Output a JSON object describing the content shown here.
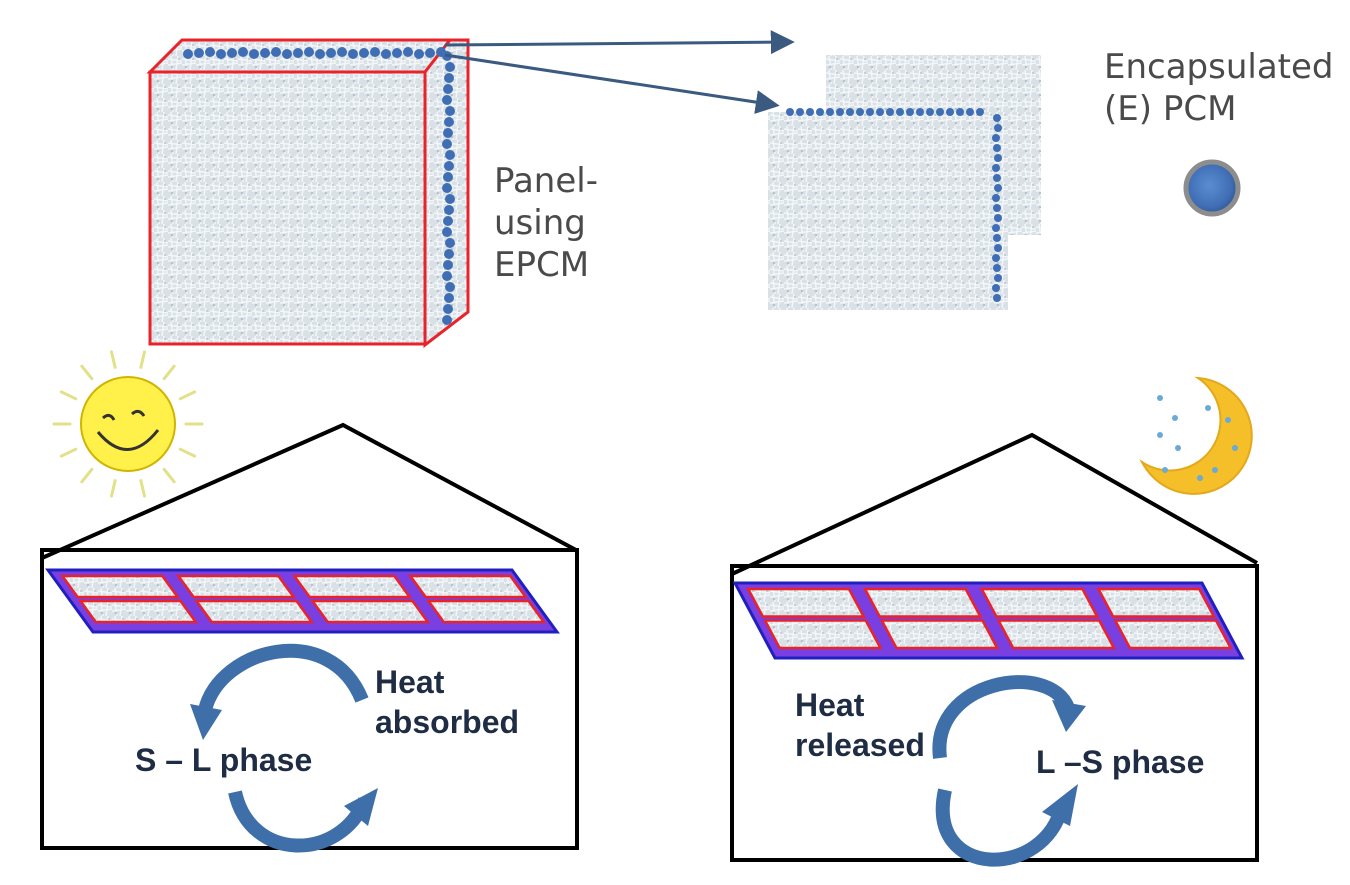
{
  "labels": {
    "panel": "Panel-\nusing\nEPCM",
    "encapsulated": "Encapsulated\n(E) PCM",
    "heat_absorbed": "Heat\nabsorbed",
    "sl_phase": "S – L phase",
    "heat_released": "Heat\nreleased",
    "ls_phase": "L –S phase"
  },
  "icons": {
    "day": "sun-icon",
    "night": "moon-icon",
    "pcm": "pcm-capsule-icon"
  },
  "colors": {
    "panel_border": "#e8242a",
    "capsule_blue": "#3f6eb5",
    "arrow_blue": "#3f6fa8",
    "arrow_line": "#3b5a80",
    "panel_fill": "#d8e0e6",
    "roof_purple": "#7a3fe0",
    "roof_edge": "#2020c0",
    "sun_yellow": "#ffec3d",
    "moon_yellow": "#f5bf2a",
    "star_blue": "#6aa9d8",
    "house_line": "#000000"
  }
}
